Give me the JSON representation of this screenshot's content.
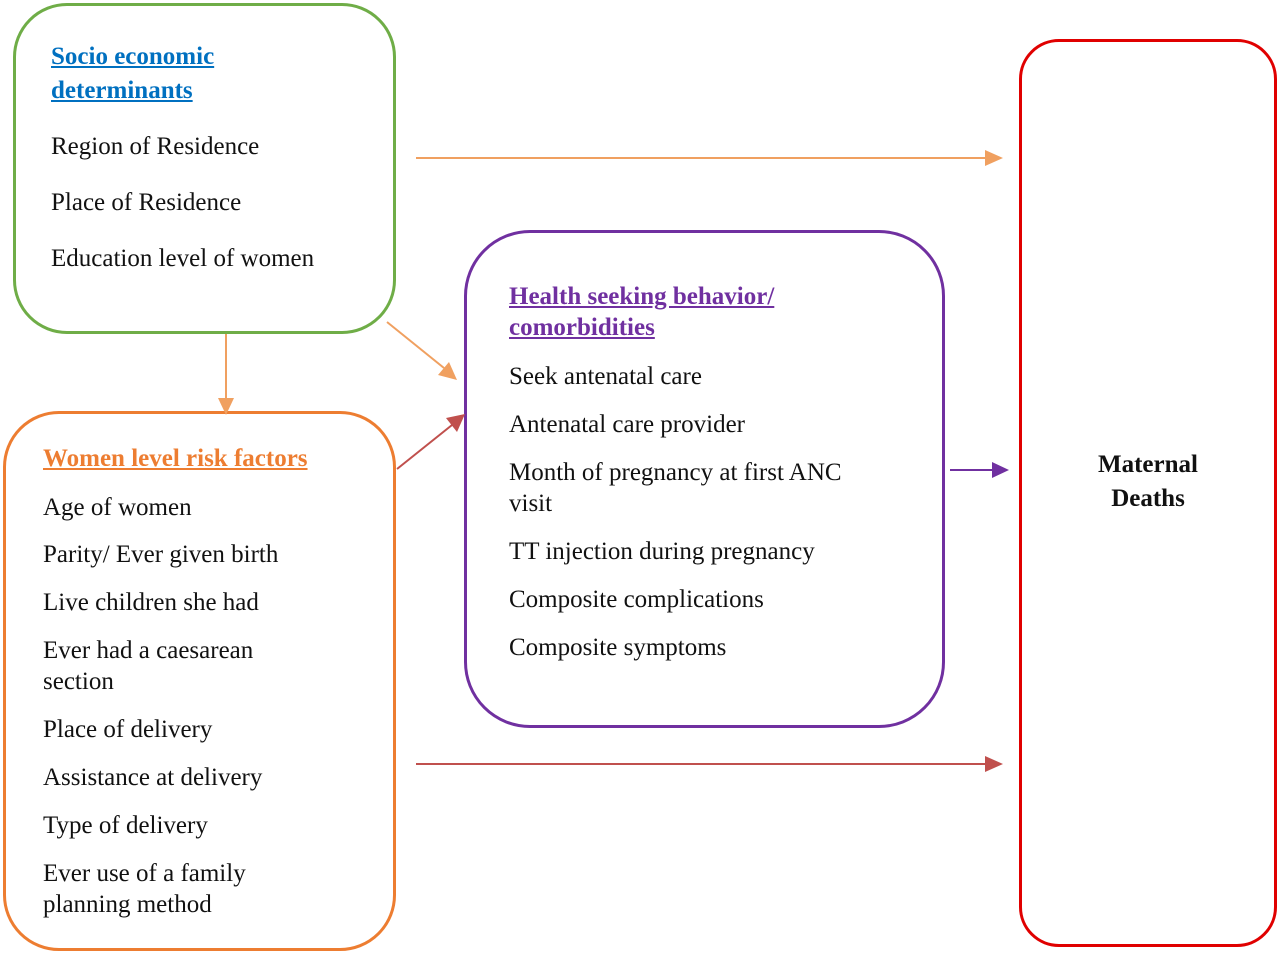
{
  "colors": {
    "socio": "#6fad47",
    "socio_heading": "#0070c0",
    "women": "#ed7d31",
    "health": "#7030a0",
    "outcome": "#e00000",
    "arrow_socio": "#f0a060",
    "arrow_women": "#c0504d",
    "arrow_health": "#7030a0"
  },
  "socio": {
    "heading": "Socio economic determinants",
    "items": [
      "Region of  Residence",
      "Place of Residence",
      "Education level of women"
    ]
  },
  "women": {
    "heading": "Women level risk factors",
    "items": [
      "Age of women",
      "Parity/ Ever given birth",
      "Live children she had",
      "Ever had a caesarean section",
      "Place of delivery",
      "Assistance at delivery",
      "Type of delivery",
      "Ever use of a family planning method"
    ]
  },
  "health": {
    "heading": "Health seeking behavior/ comorbidities",
    "items": [
      "Seek antenatal  care",
      "Antenatal care provider",
      "Month of pregnancy at first ANC visit",
      "TT injection during pregnancy",
      "Composite complications",
      "Composite symptoms"
    ]
  },
  "outcome": {
    "label": "Maternal\nDeaths"
  },
  "arrows": [
    {
      "from": "socio",
      "to": "outcome"
    },
    {
      "from": "socio",
      "to": "women"
    },
    {
      "from": "socio",
      "to": "health"
    },
    {
      "from": "women",
      "to": "health"
    },
    {
      "from": "health",
      "to": "outcome"
    },
    {
      "from": "women",
      "to": "outcome"
    }
  ]
}
